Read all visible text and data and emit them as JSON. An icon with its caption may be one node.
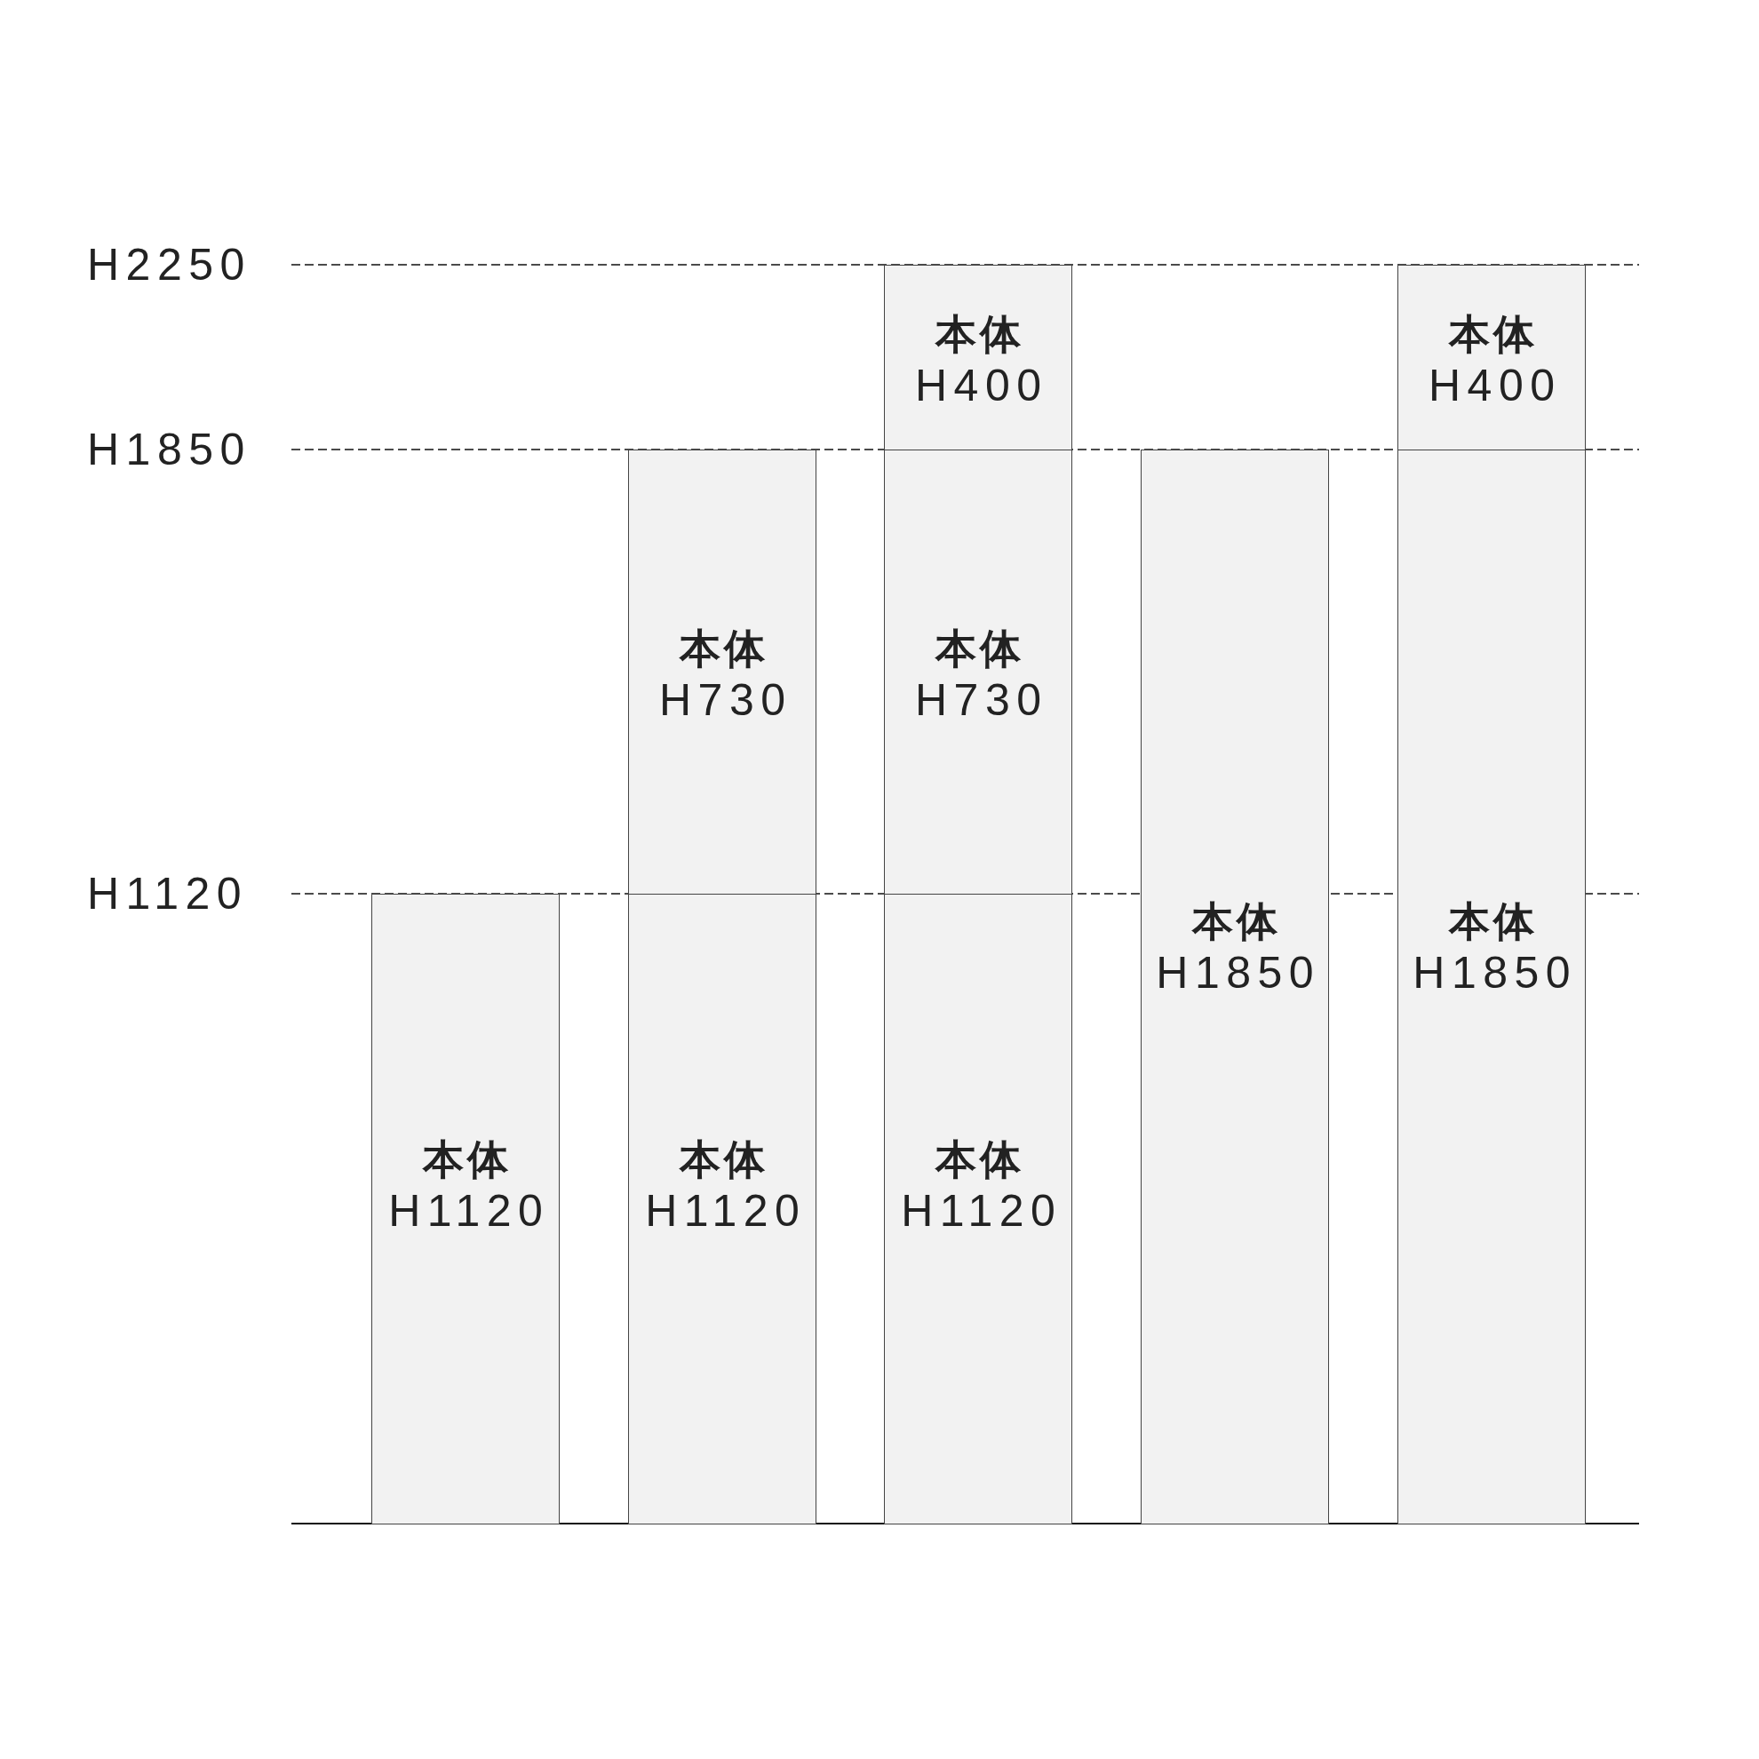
{
  "diagram": {
    "nodes": [
      {
        "text": [
          "本体",
          "H1120"
        ]
      },
      {
        "text": [
          "本体",
          "H730"
        ]
      },
      {
        "text": [
          "本体",
          "H1120"
        ]
      },
      {
        "text": [
          "本体",
          "H400"
        ]
      },
      {
        "text": [
          "本体",
          "H730"
        ]
      },
      {
        "text": [
          "本体",
          "H1120"
        ]
      },
      {
        "text": [
          "本体",
          "H1850"
        ]
      },
      {
        "text": [
          "本体",
          "H400"
        ]
      },
      {
        "text": [
          "本体",
          "H1850"
        ]
      }
    ],
    "labels": [
      "H2250",
      "H1850",
      "H1120"
    ]
  }
}
